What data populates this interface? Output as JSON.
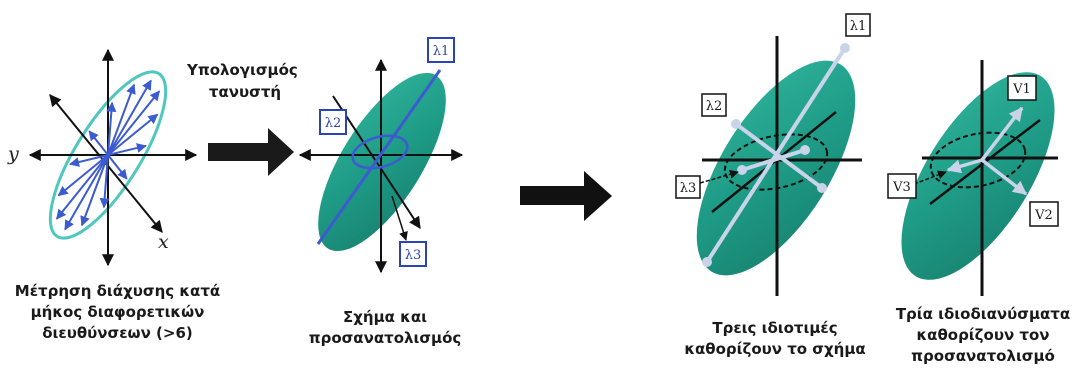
{
  "colors": {
    "teal": "#1e9b86",
    "teal_dark": "#17806e",
    "teal_light": "#2fb39b",
    "ellipse_outline": "#4fc7be",
    "blue": "#2a44b8",
    "arrow_blue": "#3d5bd0",
    "vector_light": "#c9d4ea",
    "black": "#111111"
  },
  "panel1": {
    "axis_y": "y",
    "axis_x": "x",
    "caption": [
      "Μέτρηση διάχυσης κατά",
      "μήκος διαφορετικών",
      "διευθύνσεων (>6)"
    ]
  },
  "panel2": {
    "arrow_label": [
      "Υπολογισμός",
      "τανυστή"
    ],
    "lambda1": "λ1",
    "lambda2": "λ2",
    "lambda3": "λ3",
    "caption": [
      "Σχήμα και",
      "προσανατολισμός"
    ]
  },
  "panel3": {
    "lambda1": "λ1",
    "lambda2": "λ2",
    "lambda3": "λ3",
    "caption": [
      "Τρεις ιδιοτιμές",
      "καθορίζουν το σχήμα"
    ]
  },
  "panel4": {
    "v1": "V1",
    "v2": "V2",
    "v3": "V3",
    "caption": [
      "Τρία ιδιοδιανύσματα",
      "καθορίζουν τον",
      "προσανατολισμό"
    ]
  }
}
